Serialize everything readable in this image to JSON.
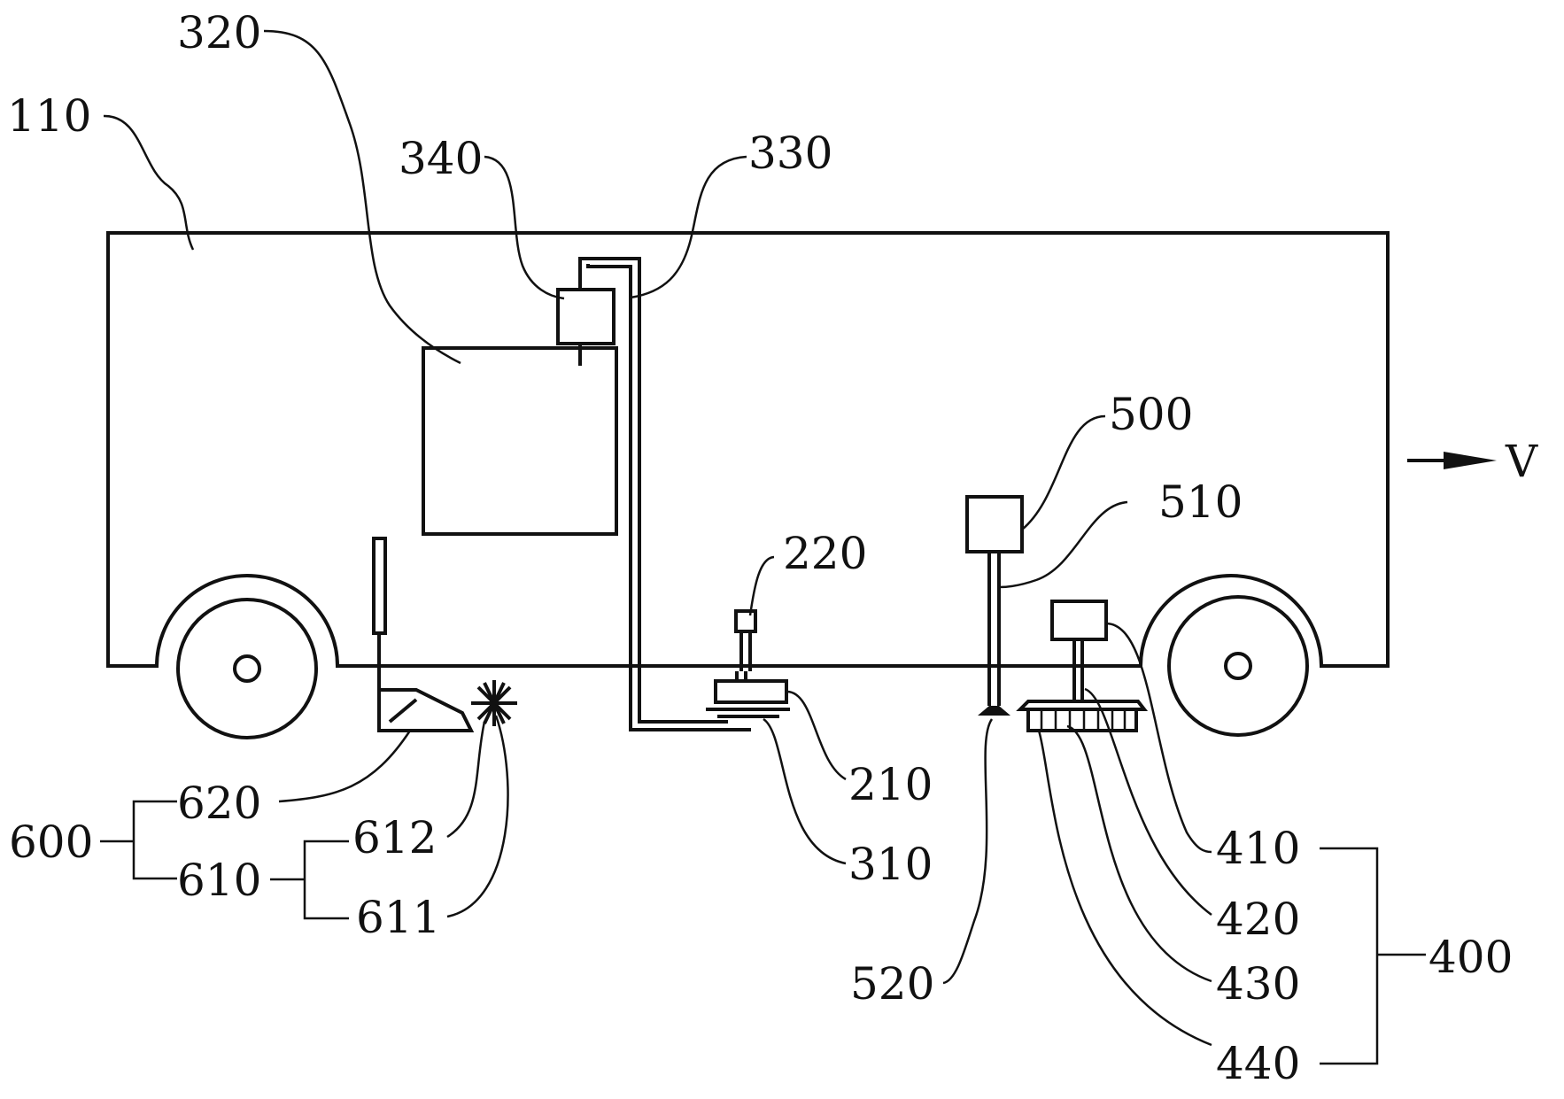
{
  "labels": {
    "l110": "110",
    "l320": "320",
    "l340": "340",
    "l330": "330",
    "l500": "500",
    "l510": "510",
    "l220": "220",
    "l210": "210",
    "l310": "310",
    "l410": "410",
    "l420": "420",
    "l430": "430",
    "l440": "440",
    "l400": "400",
    "l520": "520",
    "l600": "600",
    "l620": "620",
    "l610": "610",
    "l612": "612",
    "l611": "611",
    "direction": "V"
  }
}
